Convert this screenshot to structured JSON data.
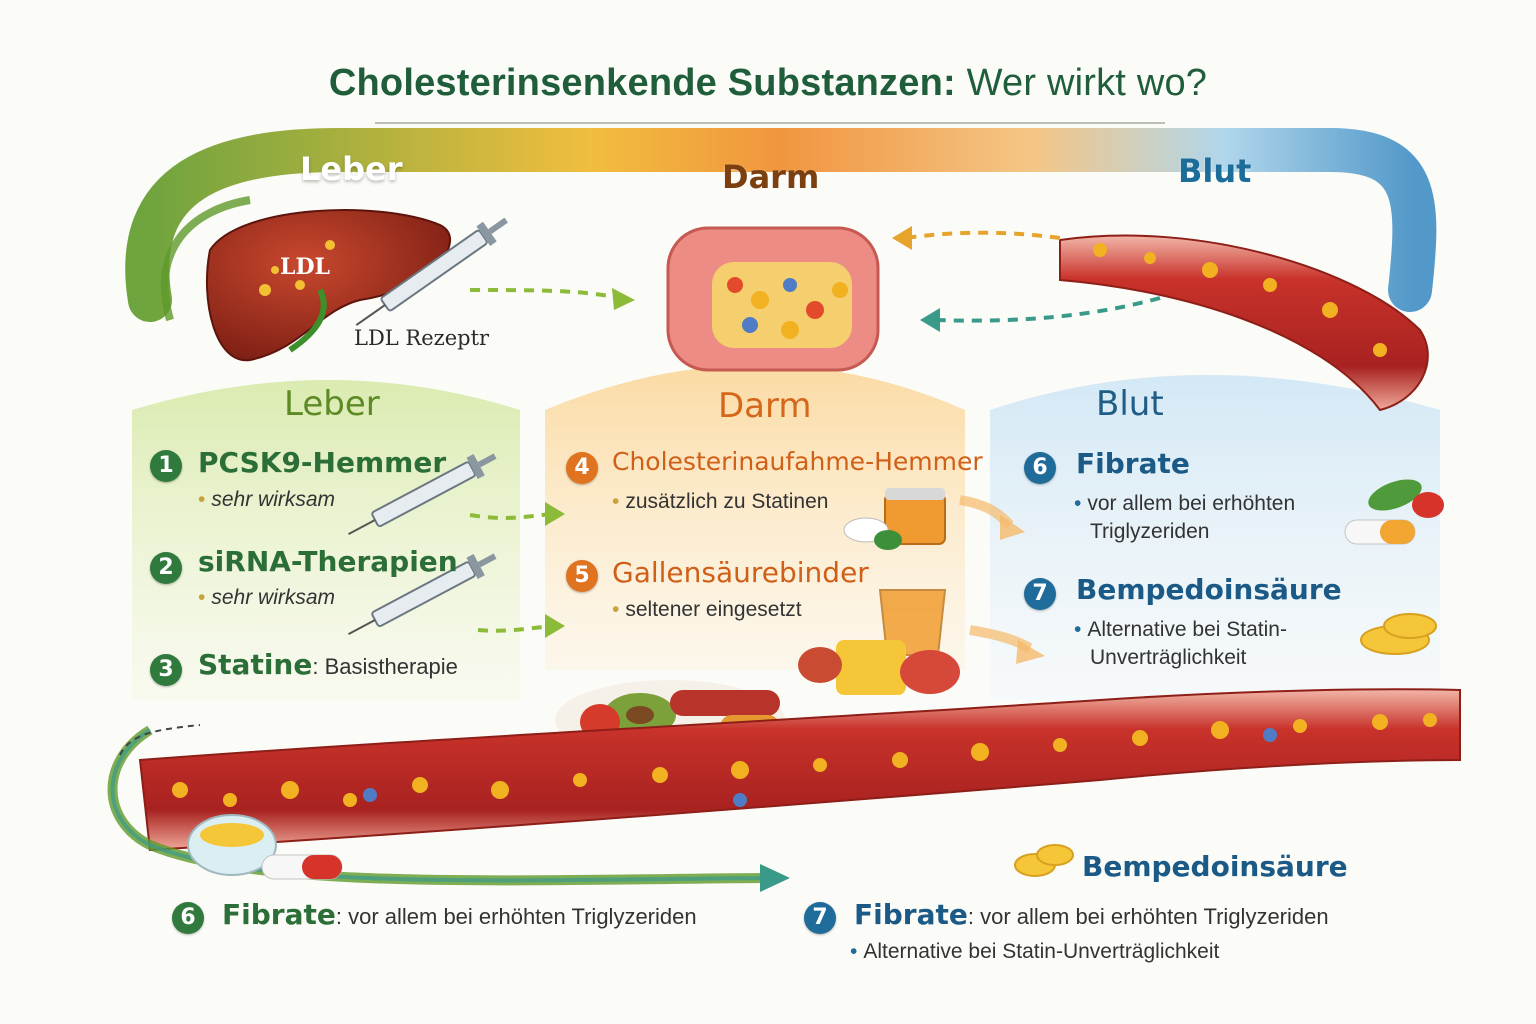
{
  "title": {
    "main": "Cholesterinsenkende Substanzen:",
    "sub": "Wer wirkt wo?"
  },
  "ribbon": {
    "leber": "Leber",
    "darm": "Darm",
    "blut": "Blut"
  },
  "liver_labels": {
    "ldl": "LDL",
    "receptor": "LDL Rezeptr"
  },
  "panels": {
    "leber": {
      "heading": "Leber",
      "items": [
        {
          "number": "1",
          "title": "PCSK9-Hemmer",
          "note": "sehr wirksam"
        },
        {
          "number": "2",
          "title": "siRNA-Therapien",
          "note": "sehr wirksam"
        },
        {
          "number": "3",
          "title": "Statine",
          "suffix": ": Basistherapie"
        }
      ]
    },
    "darm": {
      "heading": "Darm",
      "items": [
        {
          "number": "4",
          "title": "Cholesterinaufahme-Hemmer",
          "note": "zusätzlich zu Statinen"
        },
        {
          "number": "5",
          "title": "Gallensäurebinder",
          "note": "seltener eingesetzt"
        }
      ]
    },
    "blut": {
      "heading": "Blut",
      "items": [
        {
          "number": "6",
          "title": "Fibrate",
          "note_line1": "vor allem bei erhöhten",
          "note_line2": "Triglyzeriden"
        },
        {
          "number": "7",
          "title": "Bempedoinsäure",
          "note_line1": "Alternative bei Statin-",
          "note_line2": "Unverträglichkeit"
        }
      ]
    }
  },
  "bottom": {
    "bempedo_label": "Bempedoinsäure",
    "left": {
      "number": "6",
      "title": "Fibrate",
      "text": ": vor allem bei erhöhten Triglyzeriden"
    },
    "right": {
      "number": "7",
      "title": "Fibrate",
      "text": ": vor allem bei erhöhten Triglyzeriden",
      "note": "Alternative bei Statin-Unverträglichkeit"
    }
  },
  "colors": {
    "leber": "#5d8a25",
    "darm": "#e0731f",
    "blut": "#1f6b9a",
    "title": "#1f5d3b"
  },
  "icons": [
    "liver-icon",
    "syringe-icon",
    "intestine-icon",
    "artery-icon",
    "pill-icon",
    "jar-icon",
    "food-icon",
    "capsule-icon"
  ]
}
